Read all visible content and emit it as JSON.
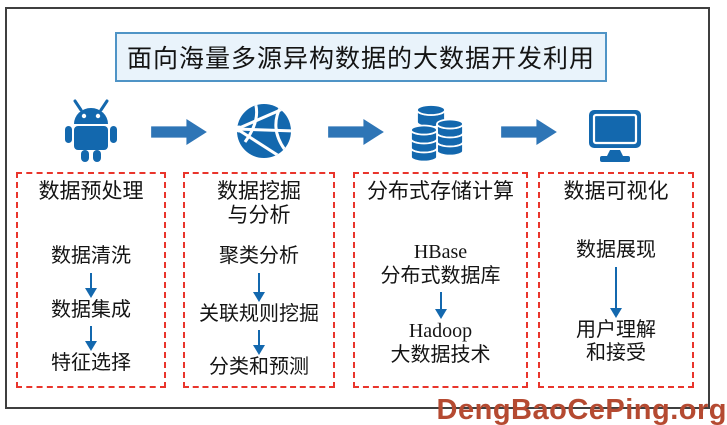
{
  "page": {
    "title_box": "面向海量多源异构数据的大数据开发利用",
    "watermark": "DengBaoCePing.org"
  },
  "icons": [
    {
      "name": "android-robot-icon",
      "meaning": "mobile/terminal data source"
    },
    {
      "name": "network-globe-icon",
      "meaning": "network data collection"
    },
    {
      "name": "database-cluster-icon",
      "meaning": "distributed storage"
    },
    {
      "name": "computer-monitor-icon",
      "meaning": "visualization terminal"
    }
  ],
  "columns": [
    {
      "title": "数据预处理",
      "items": [
        "数据清洗",
        "数据集成",
        "特征选择"
      ]
    },
    {
      "title": "数据挖掘\n与分析",
      "items": [
        "聚类分析",
        "关联规则挖掘",
        "分类和预测"
      ]
    },
    {
      "title": "分布式存储计算",
      "items": [
        "HBase\n分布式数据库",
        "Hadoop\n大数据技术"
      ]
    },
    {
      "title": "数据可视化",
      "items": [
        "数据展现",
        "用户理解\n和接受"
      ]
    }
  ],
  "colors": {
    "icon-blue": "#1368ae",
    "arrow-blue": "#2e75b6",
    "dash-red": "#e9352c",
    "title-border": "#4f94c6",
    "title-bg": "#e9f3fb",
    "frame-gray": "#3f3f3f",
    "text-dark": "#141414",
    "watermark-color": "#b54a31"
  }
}
